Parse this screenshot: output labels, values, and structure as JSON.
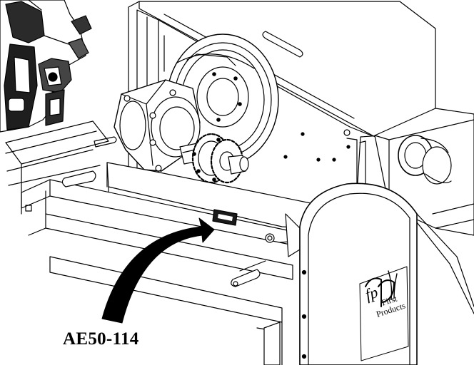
{
  "callout": {
    "part_number": "AE50-114"
  },
  "brand": {
    "line1": "First",
    "line2": "Products",
    "monogram": "fp"
  },
  "colors": {
    "ink": "#000000",
    "paper": "#ffffff",
    "shade": "#3a3a3a"
  }
}
